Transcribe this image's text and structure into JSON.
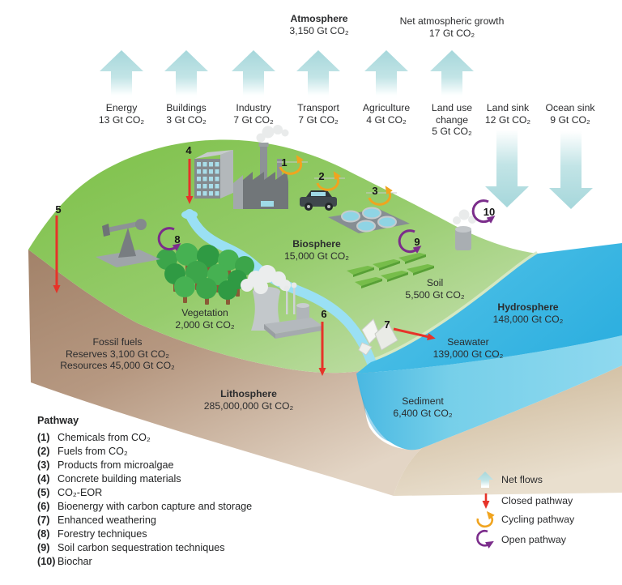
{
  "atmosphere": {
    "title": "Atmosphere",
    "value": "3,150 Gt CO₂"
  },
  "net_growth": {
    "title": "Net atmospheric growth",
    "value": "17 Gt CO₂"
  },
  "emissions": [
    {
      "label": "Energy",
      "value": "13 Gt CO₂"
    },
    {
      "label": "Buildings",
      "value": "3 Gt CO₂"
    },
    {
      "label": "Industry",
      "value": "7 Gt CO₂"
    },
    {
      "label": "Transport",
      "value": "7 Gt CO₂"
    },
    {
      "label": "Agriculture",
      "value": "4 Gt CO₂"
    },
    {
      "label": "Land use",
      "label2": "change",
      "value": "5 Gt CO₂"
    }
  ],
  "sinks": [
    {
      "label": "Land sink",
      "value": "12 Gt CO₂"
    },
    {
      "label": "Ocean sink",
      "value": "9 Gt CO₂"
    }
  ],
  "reservoirs": {
    "biosphere": {
      "label": "Biosphere",
      "value": "15,000 Gt CO₂"
    },
    "soil": {
      "label": "Soil",
      "value": "5,500 Gt CO₂"
    },
    "vegetation": {
      "label": "Vegetation",
      "value": "2,000 Gt CO₂"
    },
    "fossil": {
      "label": "Fossil fuels",
      "reserves": "Reserves 3,100 Gt CO₂",
      "resources": "Resources 45,000 Gt CO₂"
    },
    "lithosphere": {
      "label": "Lithosphere",
      "value": "285,000,000 Gt CO₂"
    },
    "hydrosphere": {
      "label": "Hydrosphere",
      "value": "148,000 Gt CO₂"
    },
    "seawater": {
      "label": "Seawater",
      "value": "139,000 Gt CO₂"
    },
    "sediment": {
      "label": "Sediment",
      "value": "6,400 Gt CO₂"
    }
  },
  "markers": {
    "m1": "1",
    "m2": "2",
    "m3": "3",
    "m4": "4",
    "m5": "5",
    "m6": "6",
    "m7": "7",
    "m8": "8",
    "m9": "9",
    "m10": "10"
  },
  "pathways": {
    "title": "Pathway",
    "items": [
      {
        "num": "(1)",
        "label": "Chemicals from CO₂"
      },
      {
        "num": "(2)",
        "label": "Fuels from CO₂"
      },
      {
        "num": "(3)",
        "label": "Products from microalgae"
      },
      {
        "num": "(4)",
        "label": "Concrete building materials"
      },
      {
        "num": "(5)",
        "label": "CO₂-EOR"
      },
      {
        "num": "(6)",
        "label": "Bioenergy with carbon capture and storage"
      },
      {
        "num": "(7)",
        "label": "Enhanced weathering"
      },
      {
        "num": "(8)",
        "label": "Forestry techniques"
      },
      {
        "num": "(9)",
        "label": "Soil carbon sequestration techniques"
      },
      {
        "num": "(10)",
        "label": "Biochar"
      }
    ]
  },
  "flow_legend": [
    {
      "label": "Net flows",
      "icon": "teal-block-arrow"
    },
    {
      "label": "Closed pathway",
      "icon": "red-straight-arrow"
    },
    {
      "label": "Cycling pathway",
      "icon": "orange-cycling-arc-arrow"
    },
    {
      "label": "Open pathway",
      "icon": "purple-open-arc-arrow"
    }
  ],
  "colors": {
    "net_flow_teal": "#a8d7db",
    "closed_red": "#e63329",
    "cycling_orange": "#f0a41f",
    "open_purple": "#7b2d8b",
    "grass_green": "#7cc047",
    "soil_brown": "#b29579",
    "water_blue": "#41b9e4"
  }
}
